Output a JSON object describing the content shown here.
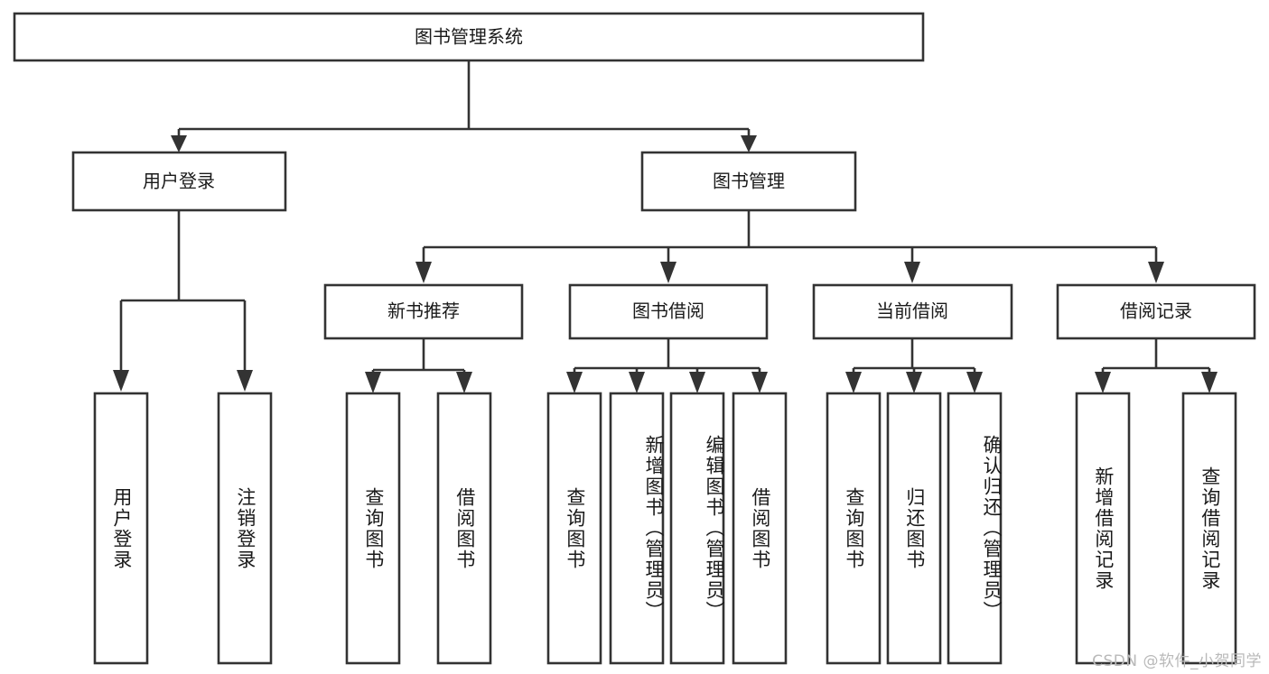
{
  "diagram": {
    "title": "图书管理系统",
    "type": "tree",
    "root": {
      "id": "root",
      "label": "图书管理系统",
      "orientation": "horizontal"
    },
    "level2": [
      {
        "id": "user-login",
        "label": "用户登录",
        "orientation": "horizontal"
      },
      {
        "id": "book-manage",
        "label": "图书管理",
        "orientation": "horizontal"
      }
    ],
    "level3": [
      {
        "id": "new-book-recommend",
        "label": "新书推荐",
        "parent": "book-manage",
        "orientation": "horizontal"
      },
      {
        "id": "book-borrow",
        "label": "图书借阅",
        "parent": "book-manage",
        "orientation": "horizontal"
      },
      {
        "id": "current-borrow",
        "label": "当前借阅",
        "parent": "book-manage",
        "orientation": "horizontal"
      },
      {
        "id": "borrow-record",
        "label": "借阅记录",
        "parent": "book-manage",
        "orientation": "horizontal"
      }
    ],
    "leaves": [
      {
        "id": "leaf-user-login",
        "label": "用户登录",
        "parent": "user-login",
        "orientation": "vertical"
      },
      {
        "id": "leaf-logout",
        "label": "注销登录",
        "parent": "user-login",
        "orientation": "vertical"
      },
      {
        "id": "leaf-query-book-1",
        "label": "查询图书",
        "parent": "new-book-recommend",
        "orientation": "vertical"
      },
      {
        "id": "leaf-borrow-book-1",
        "label": "借阅图书",
        "parent": "new-book-recommend",
        "orientation": "vertical"
      },
      {
        "id": "leaf-query-book-2",
        "label": "查询图书",
        "parent": "book-borrow",
        "orientation": "vertical"
      },
      {
        "id": "leaf-add-book",
        "label": "新增图书（管理员）",
        "parent": "book-borrow",
        "orientation": "vertical"
      },
      {
        "id": "leaf-edit-book",
        "label": "编辑图书（管理员）",
        "parent": "book-borrow",
        "orientation": "vertical"
      },
      {
        "id": "leaf-borrow-book-2",
        "label": "借阅图书",
        "parent": "book-borrow",
        "orientation": "vertical"
      },
      {
        "id": "leaf-query-book-3",
        "label": "查询图书",
        "parent": "current-borrow",
        "orientation": "vertical"
      },
      {
        "id": "leaf-return-book",
        "label": "归还图书",
        "parent": "current-borrow",
        "orientation": "vertical"
      },
      {
        "id": "leaf-confirm-return",
        "label": "确认归还（管理员）",
        "parent": "current-borrow",
        "orientation": "vertical"
      },
      {
        "id": "leaf-add-record",
        "label": "新增借阅记录",
        "parent": "borrow-record",
        "orientation": "vertical"
      },
      {
        "id": "leaf-query-record",
        "label": "查询借阅记录",
        "parent": "borrow-record",
        "orientation": "vertical"
      }
    ],
    "colors": {
      "stroke": "#333333",
      "fill": "#ffffff",
      "text": "#1a1a1a",
      "watermark": "#b9b9b9",
      "background": "#ffffff"
    }
  },
  "watermark": {
    "text": "CSDN @软件_小贺同学"
  }
}
